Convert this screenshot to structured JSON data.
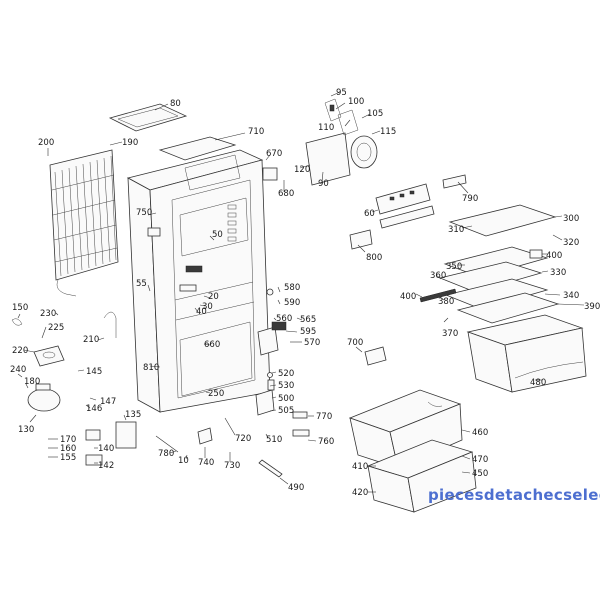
{
  "watermark": "piecesdetachecselec.com",
  "labels": [
    "80",
    "710",
    "200",
    "190",
    "670",
    "680",
    "95",
    "100",
    "110",
    "105",
    "115",
    "120",
    "90",
    "750",
    "50",
    "60",
    "790",
    "300",
    "310",
    "320",
    "800",
    "400",
    "330",
    "350",
    "360",
    "340",
    "380",
    "390",
    "370",
    "400",
    "580",
    "55",
    "590",
    "565",
    "595",
    "570",
    "560",
    "20",
    "30",
    "40",
    "230",
    "150",
    "225",
    "220",
    "210",
    "660",
    "810",
    "700",
    "480",
    "240",
    "180",
    "145",
    "147",
    "146",
    "130",
    "520",
    "530",
    "500",
    "505",
    "250",
    "770",
    "510",
    "760",
    "720",
    "135",
    "170",
    "160",
    "155",
    "140",
    "142",
    "780",
    "10",
    "740",
    "730",
    "490",
    "460",
    "470",
    "410",
    "450",
    "420"
  ]
}
